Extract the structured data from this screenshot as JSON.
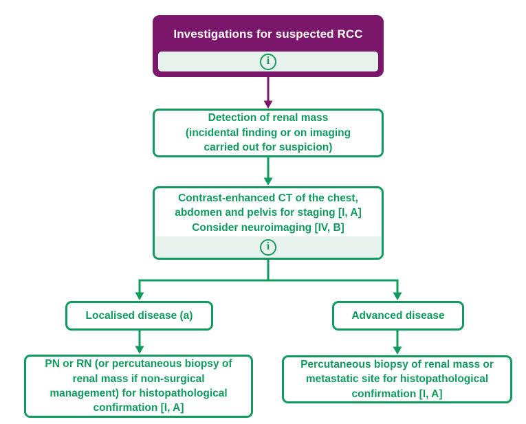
{
  "colors": {
    "purple": "#7b176b",
    "green": "#109a5e",
    "info_bg": "#e8f2ed"
  },
  "flowchart": {
    "title": "Investigations for suspected RCC",
    "info_icon_glyph": "i",
    "nodes": {
      "detection": "Detection of renal mass\n(incidental finding or on imaging\ncarried out for suspicion)",
      "ct_staging": "Contrast-enhanced CT of the chest,\nabdomen and pelvis for staging [I, A]\nConsider neuroimaging [IV, B]",
      "localised": "Localised disease (a)",
      "advanced": "Advanced disease",
      "pn_rn": "PN or RN (or percutaneous biopsy of\nrenal mass if non-surgical\nmanagement) for histopathological\nconfirmation [I, A]",
      "percutaneous_biopsy": "Percutaneous biopsy of renal mass or\nmetastatic site for histopathological\nconfirmation [I, A]"
    }
  }
}
